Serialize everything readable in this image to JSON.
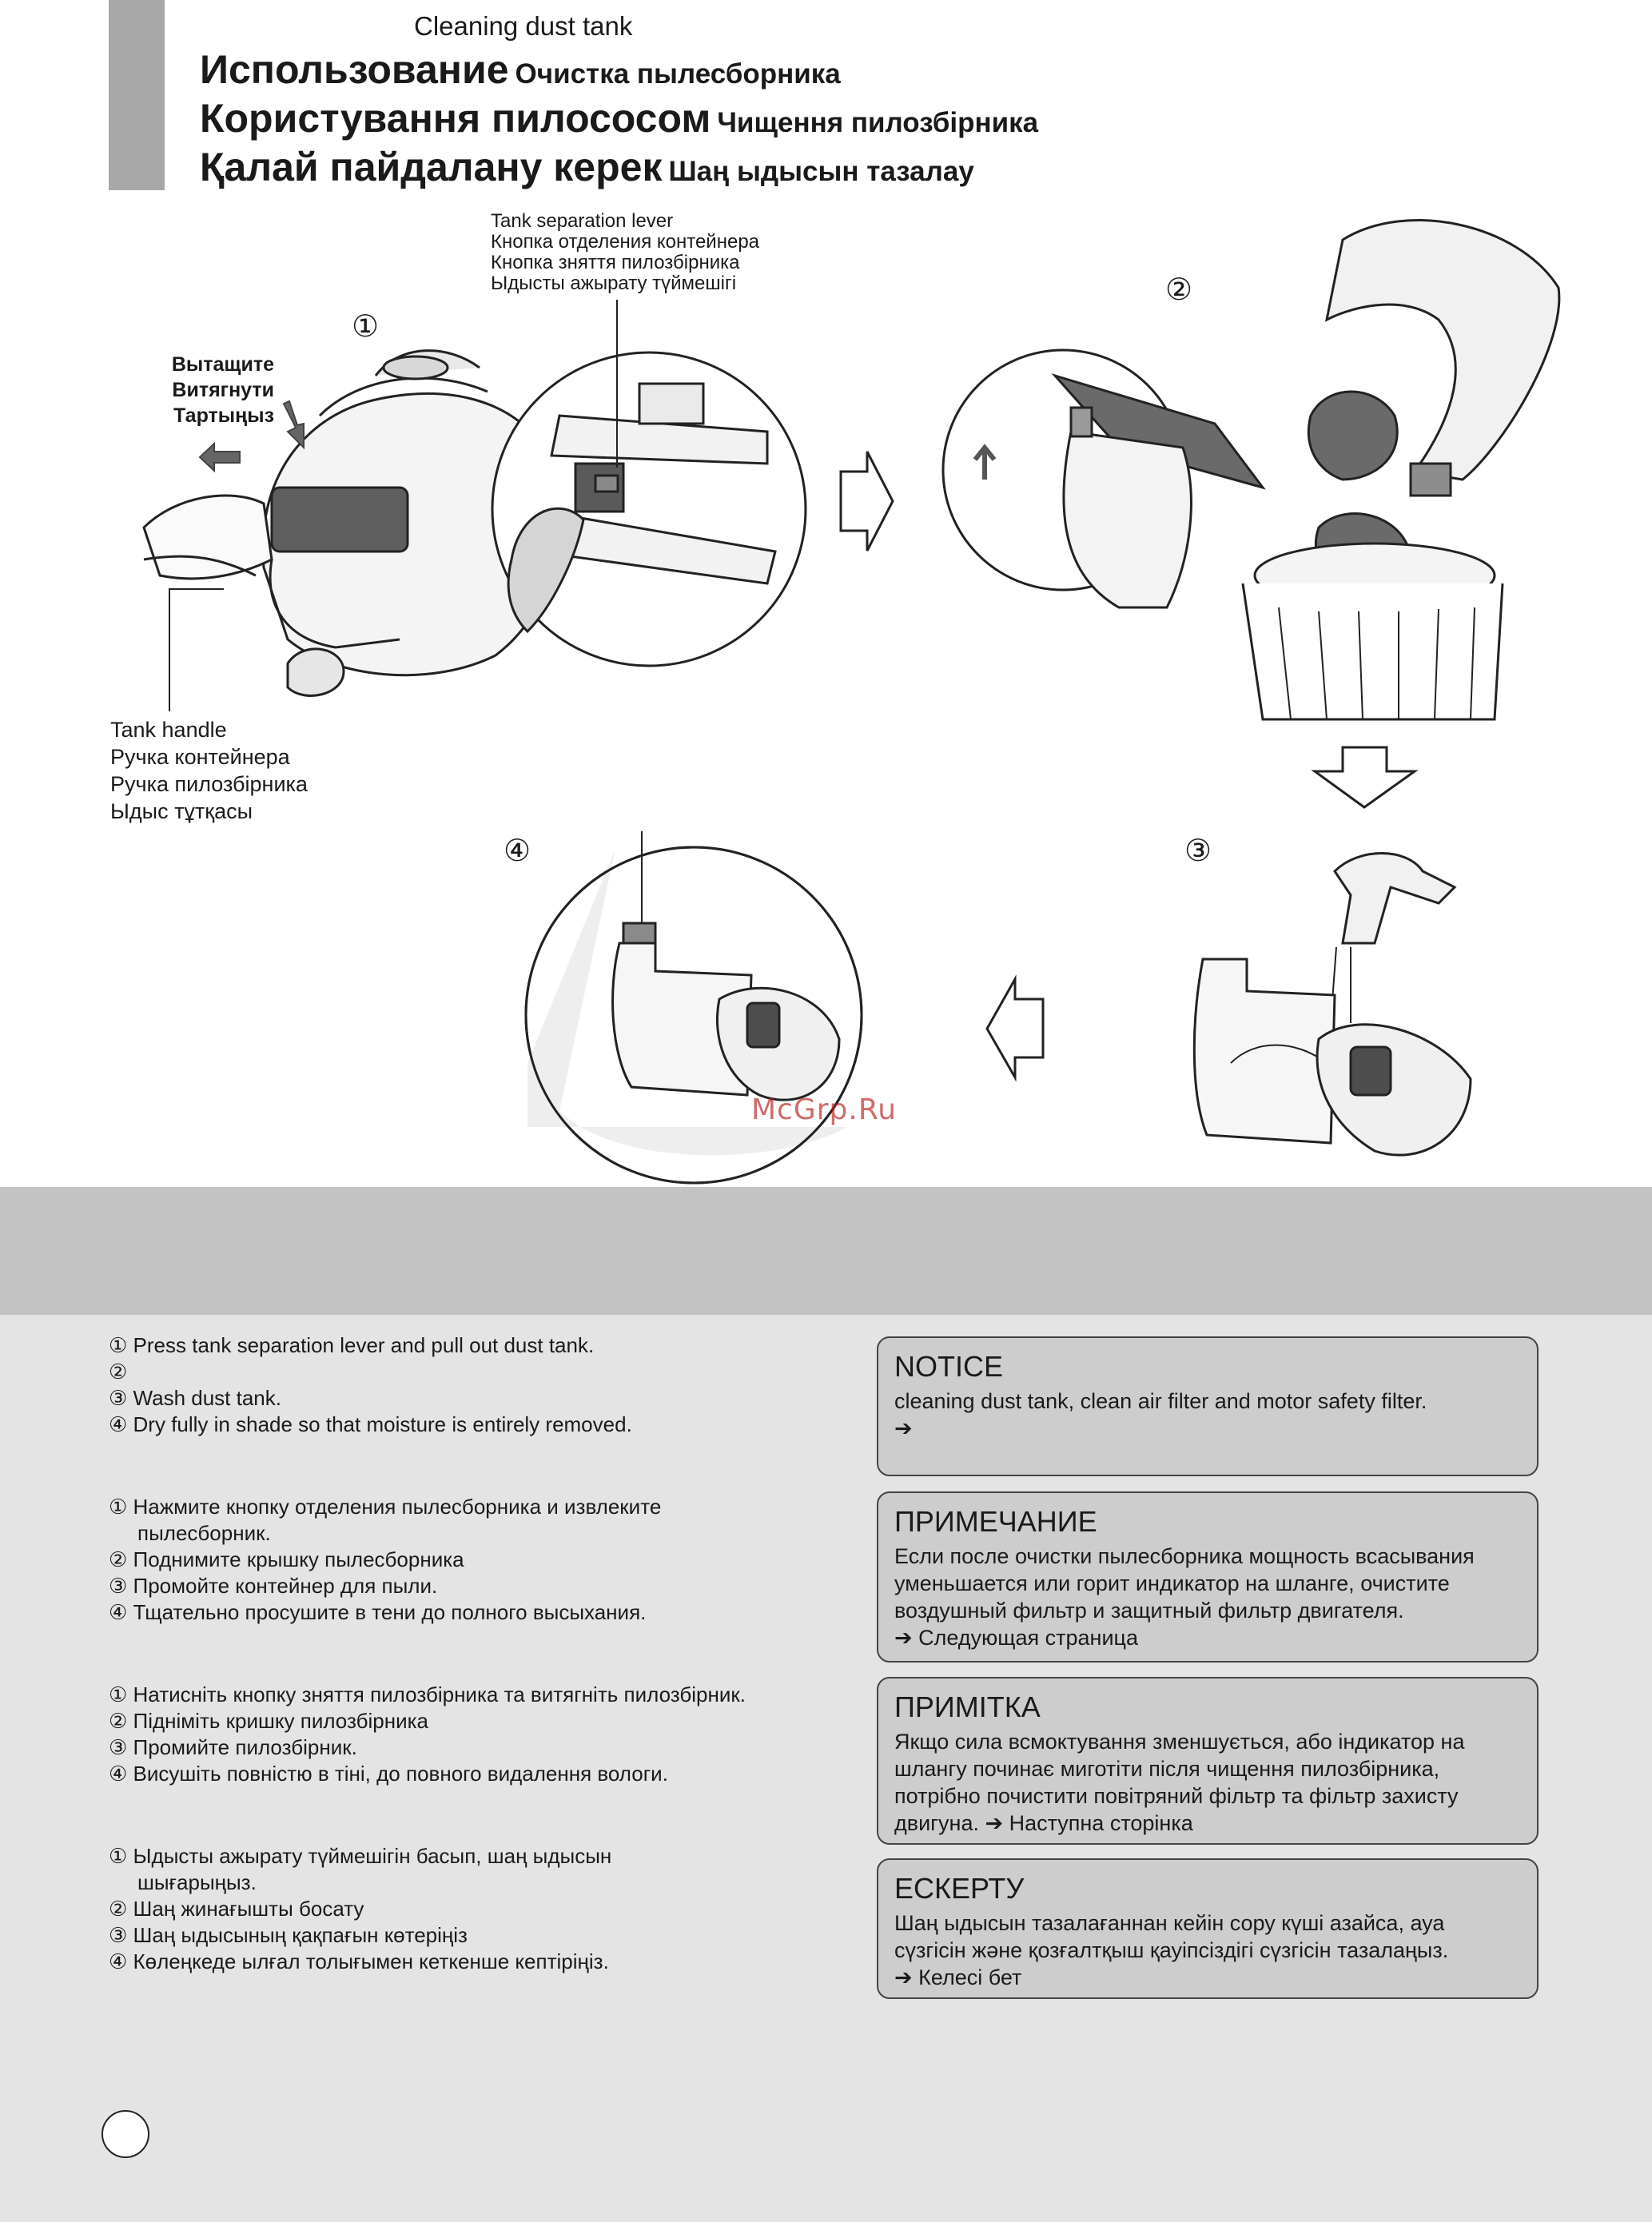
{
  "header": {
    "en": "Cleaning dust tank",
    "ru": {
      "main": "Использование",
      "sub": "Очистка пылесборника"
    },
    "uk": {
      "main": "Користування пилососом",
      "sub": "Чищення пилозбірника"
    },
    "kk": {
      "main": "Қалай пайдалану керек",
      "sub": "Шаң ыдысын тазалау"
    }
  },
  "callouts": {
    "lever": [
      "Tank separation lever",
      "Кнопка отделения контейнера",
      "Кнопка зняття пилозбірника",
      "Ыдысты ажырату түймешігі"
    ],
    "handle": [
      "Tank handle",
      "Ручка контейнера",
      "Ручка пилозбірника",
      "Ыдыс тұтқасы"
    ],
    "pull": [
      "Вытащите",
      "Витягнути",
      "Тартыңыз"
    ]
  },
  "step_numbers": [
    "①",
    "②",
    "③",
    "④"
  ],
  "watermark": "McGrp.Ru",
  "instructions": {
    "en": [
      "① Press tank separation lever and pull out dust tank.",
      "②",
      "③ Wash dust tank.",
      "④ Dry fully in shade so that moisture is entirely removed."
    ],
    "ru": [
      "① Нажмите кнопку отделения пылесборника и извлеките",
      "пылесборник.",
      "② Поднимите крышку пылесборника",
      "③ Промойте контейнер для пыли.",
      "④ Тщательно просушите в тени до полного высыхания."
    ],
    "uk": [
      "① Натисніть кнопку зняття пилозбірника та витягніть пилозбірник.",
      "② Підніміть кришку пилозбірника",
      "③ Промийте пилозбірник.",
      "④ Висушіть повністю в тіні, до повного видалення вологи."
    ],
    "kk": [
      "① Ыдысты ажырату түймешігін басып, шаң ыдысын",
      "шығарыңыз.",
      "② Шаң жинағышты босату",
      "③ Шаң ыдысының қақпағын көтеріңіз",
      "④ Көлеңкеде ылғал толығымен кеткенше кептіріңіз."
    ]
  },
  "notices": [
    {
      "title": "NOTICE",
      "lines": [
        "",
        "cleaning dust tank, clean air filter and motor safety filter.",
        "➔"
      ]
    },
    {
      "title": "ПРИМЕЧАНИЕ",
      "lines": [
        "Если после очистки пылесборника мощность всасывания",
        "уменьшается или горит индикатор на шланге, очистите",
        "воздушный фильтр и защитный фильтр двигателя.",
        "➔ Следующая страница"
      ]
    },
    {
      "title": "ПРИМІТКА",
      "lines": [
        "Якщо сила всмоктування зменшується, або індикатор на",
        "шлангу починає миготіти після чищення пилозбірника,",
        "потрібно почистити повітряний фільтр та фільтр захисту",
        "двигуна. ➔ Наступна сторінка"
      ]
    },
    {
      "title": "ЕСКЕРТУ",
      "lines": [
        "Шаң ыдысын тазалағаннан кейін сору күші азайса, ауа",
        "сүзгісін және қозғалтқыш қауіпсіздігі сүзгісін тазалаңыз.",
        "➔ Келесі бет"
      ]
    }
  ]
}
